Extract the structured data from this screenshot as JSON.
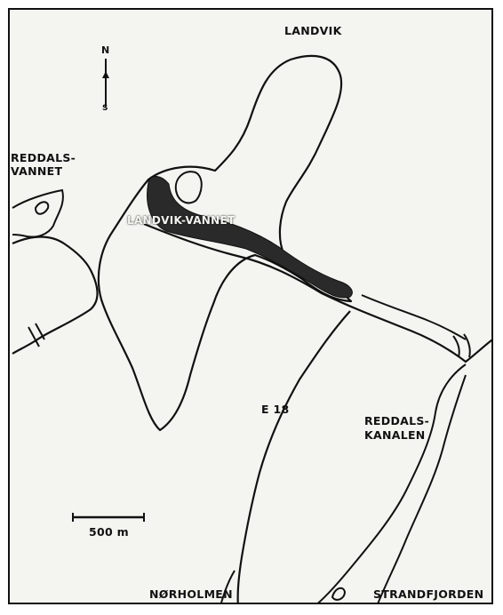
{
  "map": {
    "labels": {
      "landvik": "LANDVIK",
      "reddalsvannet_line1": "REDDALS-",
      "reddalsvannet_line2": "VANNET",
      "landvikvannet": "LANDVIK-VANNET",
      "e18": "E 18",
      "reddalskanalen_line1": "REDDALS-",
      "reddalskanalen_line2": "KANALEN",
      "norholmen": "NØRHOLMEN",
      "strandfjorden": "STRANDFJORDEN"
    },
    "north_arrow": {
      "top_letter": "N",
      "bottom_letter": "S"
    },
    "scale_bar": {
      "label": "500 m"
    },
    "colors": {
      "ink": "#111111",
      "paper": "#f4f4f1",
      "shaded_area": "#2a2a2a"
    }
  }
}
